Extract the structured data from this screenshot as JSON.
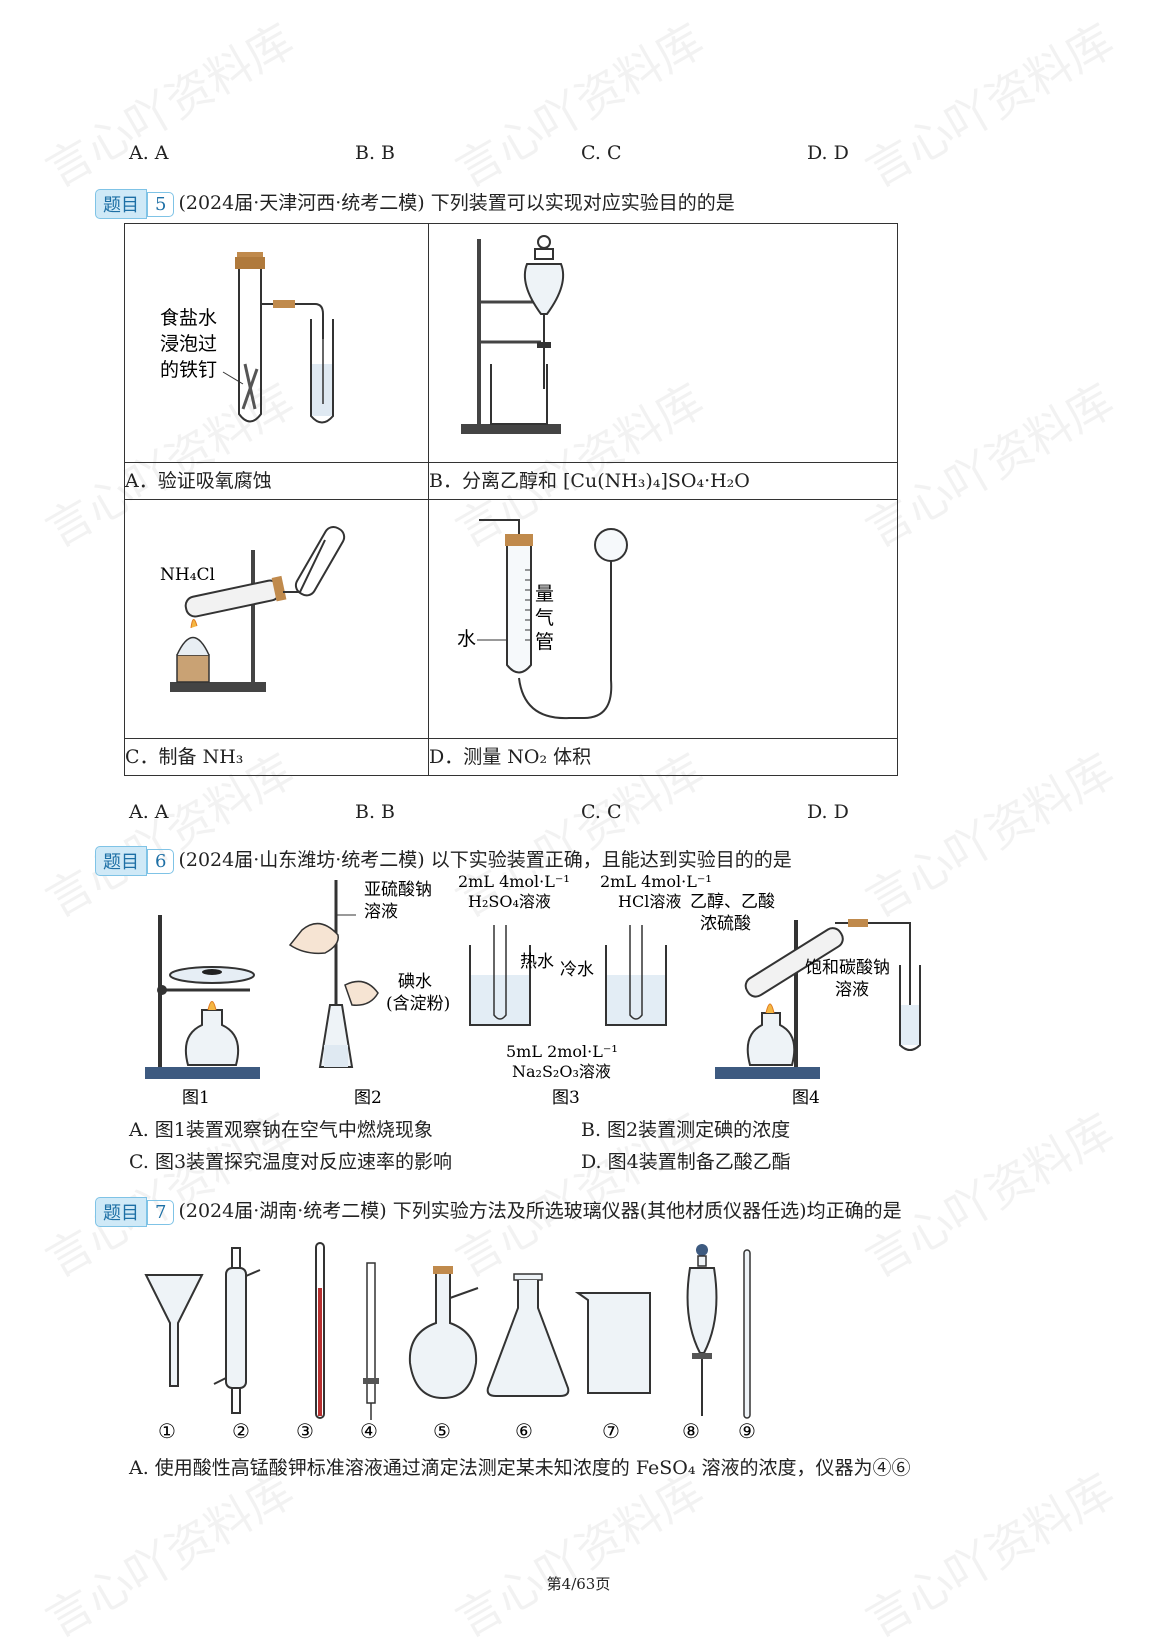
{
  "watermark": "言心吖资料库",
  "prev_options": [
    "A. A",
    "B. B",
    "C. C",
    "D. D"
  ],
  "q5": {
    "tag": "题目",
    "number": "5",
    "source": "(2024届·天津河西·统考二模)",
    "stem": "下列装置可以实现对应实验目的的是",
    "captions": {
      "a": "A．验证吸氧腐蚀",
      "b": "B．分离乙醇和 [Cu(NH₃)₄]SO₄·H₂O",
      "c": "C．制备 NH₃",
      "d": "D．测量 NO₂ 体积"
    },
    "labels": {
      "a_text": [
        "食盐水",
        "浸泡过",
        "的铁钉"
      ],
      "c_reagent": "NH₄Cl",
      "d_water": "水",
      "d_tube": [
        "量",
        "气",
        "管"
      ]
    },
    "options": [
      "A. A",
      "B. B",
      "C. C",
      "D. D"
    ]
  },
  "q6": {
    "tag": "题目",
    "number": "6",
    "source": "(2024届·山东潍坊·统考二模)",
    "stem": "以下实验装置正确，且能达到实验目的的是",
    "figure_labels": [
      "图1",
      "图2",
      "图3",
      "图4"
    ],
    "fig2_labels": [
      "亚硫酸钠",
      "溶液",
      "碘水",
      "(含淀粉)"
    ],
    "fig3_labels": {
      "left_top1": "2mL 4mol·L⁻¹",
      "left_top2": "H₂SO₄溶液",
      "right_top1": "2mL 4mol·L⁻¹",
      "right_top2": "HCl溶液",
      "hot": "热水",
      "cold": "冷水",
      "bottom1": "5mL 2mol·L⁻¹",
      "bottom2": "Na₂S₂O₃溶液"
    },
    "fig4_labels": [
      "乙醇、乙酸",
      "浓硫酸",
      "饱和碳酸钠",
      "溶液"
    ],
    "options": [
      "A. 图1装置观察钠在空气中燃烧现象",
      "B. 图2装置测定碘的浓度",
      "C. 图3装置探究温度对反应速率的影响",
      "D. 图4装置制备乙酸乙酯"
    ]
  },
  "q7": {
    "tag": "题目",
    "number": "7",
    "source": "(2024届·湖南·统考二模)",
    "stem": "下列实验方法及所选玻璃仪器(其他材质仪器任选)均正确的是",
    "instrument_numbers": [
      "①",
      "②",
      "③",
      "④",
      "⑤",
      "⑥",
      "⑦",
      "⑧",
      "⑨"
    ],
    "option_a": "A. 使用酸性高锰酸钾标准溶液通过滴定法测定某未知浓度的 FeSO₄ 溶液的浓度，仪器为④⑥"
  },
  "footer": "第4/63页"
}
